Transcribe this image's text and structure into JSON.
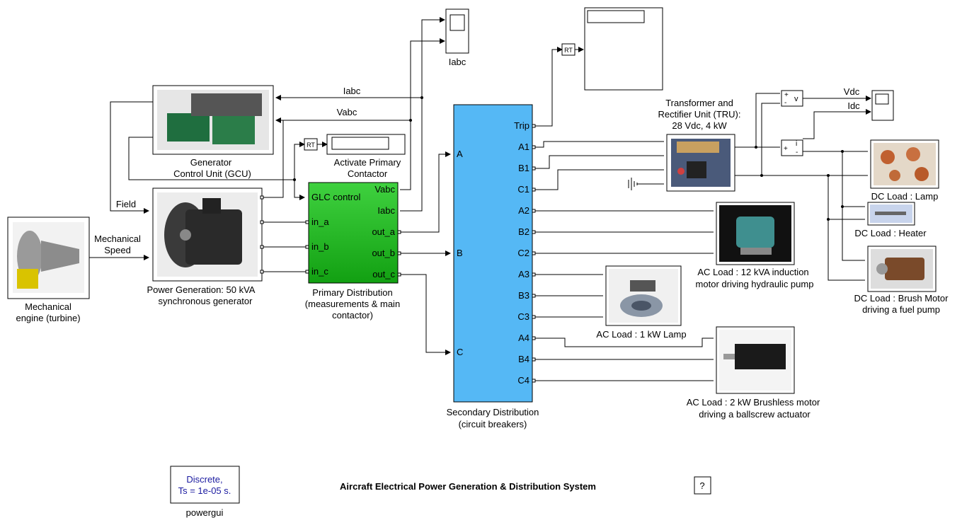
{
  "title": "Aircraft Electrical Power Generation & Distribution System",
  "help_button": "?",
  "powergui": {
    "line1": "Discrete,",
    "line2": "Ts = 1e-05 s.",
    "label": "powergui"
  },
  "engine": {
    "label1": "Mechanical",
    "label2": "engine (turbine)"
  },
  "generator": {
    "label1": "Power Generation: 50 kVA",
    "label2": "synchronous generator"
  },
  "gcu": {
    "label1": "Generator",
    "label2": "Control Unit (GCU)"
  },
  "primary": {
    "label1": "Primary Distribution",
    "label2": "(measurements & main",
    "label3": "contactor)",
    "ports_in": [
      "GLC control",
      "in_a",
      "in_b",
      "in_c"
    ],
    "ports_out": [
      "Vabc",
      "Iabc",
      "out_a",
      "out_b",
      "out_c"
    ]
  },
  "contactor_display": {
    "label1": "Activate Primary",
    "label2": "Contactor"
  },
  "rt_label": "RT",
  "scope_iabc": "Iabc",
  "secondary": {
    "label1": "Secondary Distribution",
    "label2": "(circuit breakers)",
    "ports_in": [
      "A",
      "B",
      "C"
    ],
    "ports_out": [
      "Trip",
      "A1",
      "B1",
      "C1",
      "A2",
      "B2",
      "C2",
      "A3",
      "B3",
      "C3",
      "A4",
      "B4",
      "C4"
    ]
  },
  "tru": {
    "label1": "Transformer and",
    "label2": "Rectifier Unit (TRU):",
    "label3": "28 Vdc, 4 kW"
  },
  "signals": {
    "iabc": "Iabc",
    "vabc": "Vabc",
    "field": "Field",
    "mech_speed1": "Mechanical",
    "mech_speed2": "Speed",
    "vdc": "Vdc",
    "idc": "Idc"
  },
  "meters": {
    "voltage": "v",
    "current": "i"
  },
  "loads": {
    "dc_lamp": "DC Load :  Lamp",
    "dc_heater": "DC Load :  Heater",
    "dc_motor1": "DC Load :  Brush Motor",
    "dc_motor2": "driving a fuel pump",
    "ac_induction1": "AC Load : 12 kVA induction",
    "ac_induction2": "motor driving hydraulic pump",
    "ac_lamp": "AC Load : 1 kW Lamp",
    "ac_brushless1": "AC Load : 2 kW Brushless motor",
    "ac_brushless2": "driving a ballscrew actuator"
  },
  "colors": {
    "primary_block": "#22bb22",
    "secondary_block": "#55b8f5"
  }
}
